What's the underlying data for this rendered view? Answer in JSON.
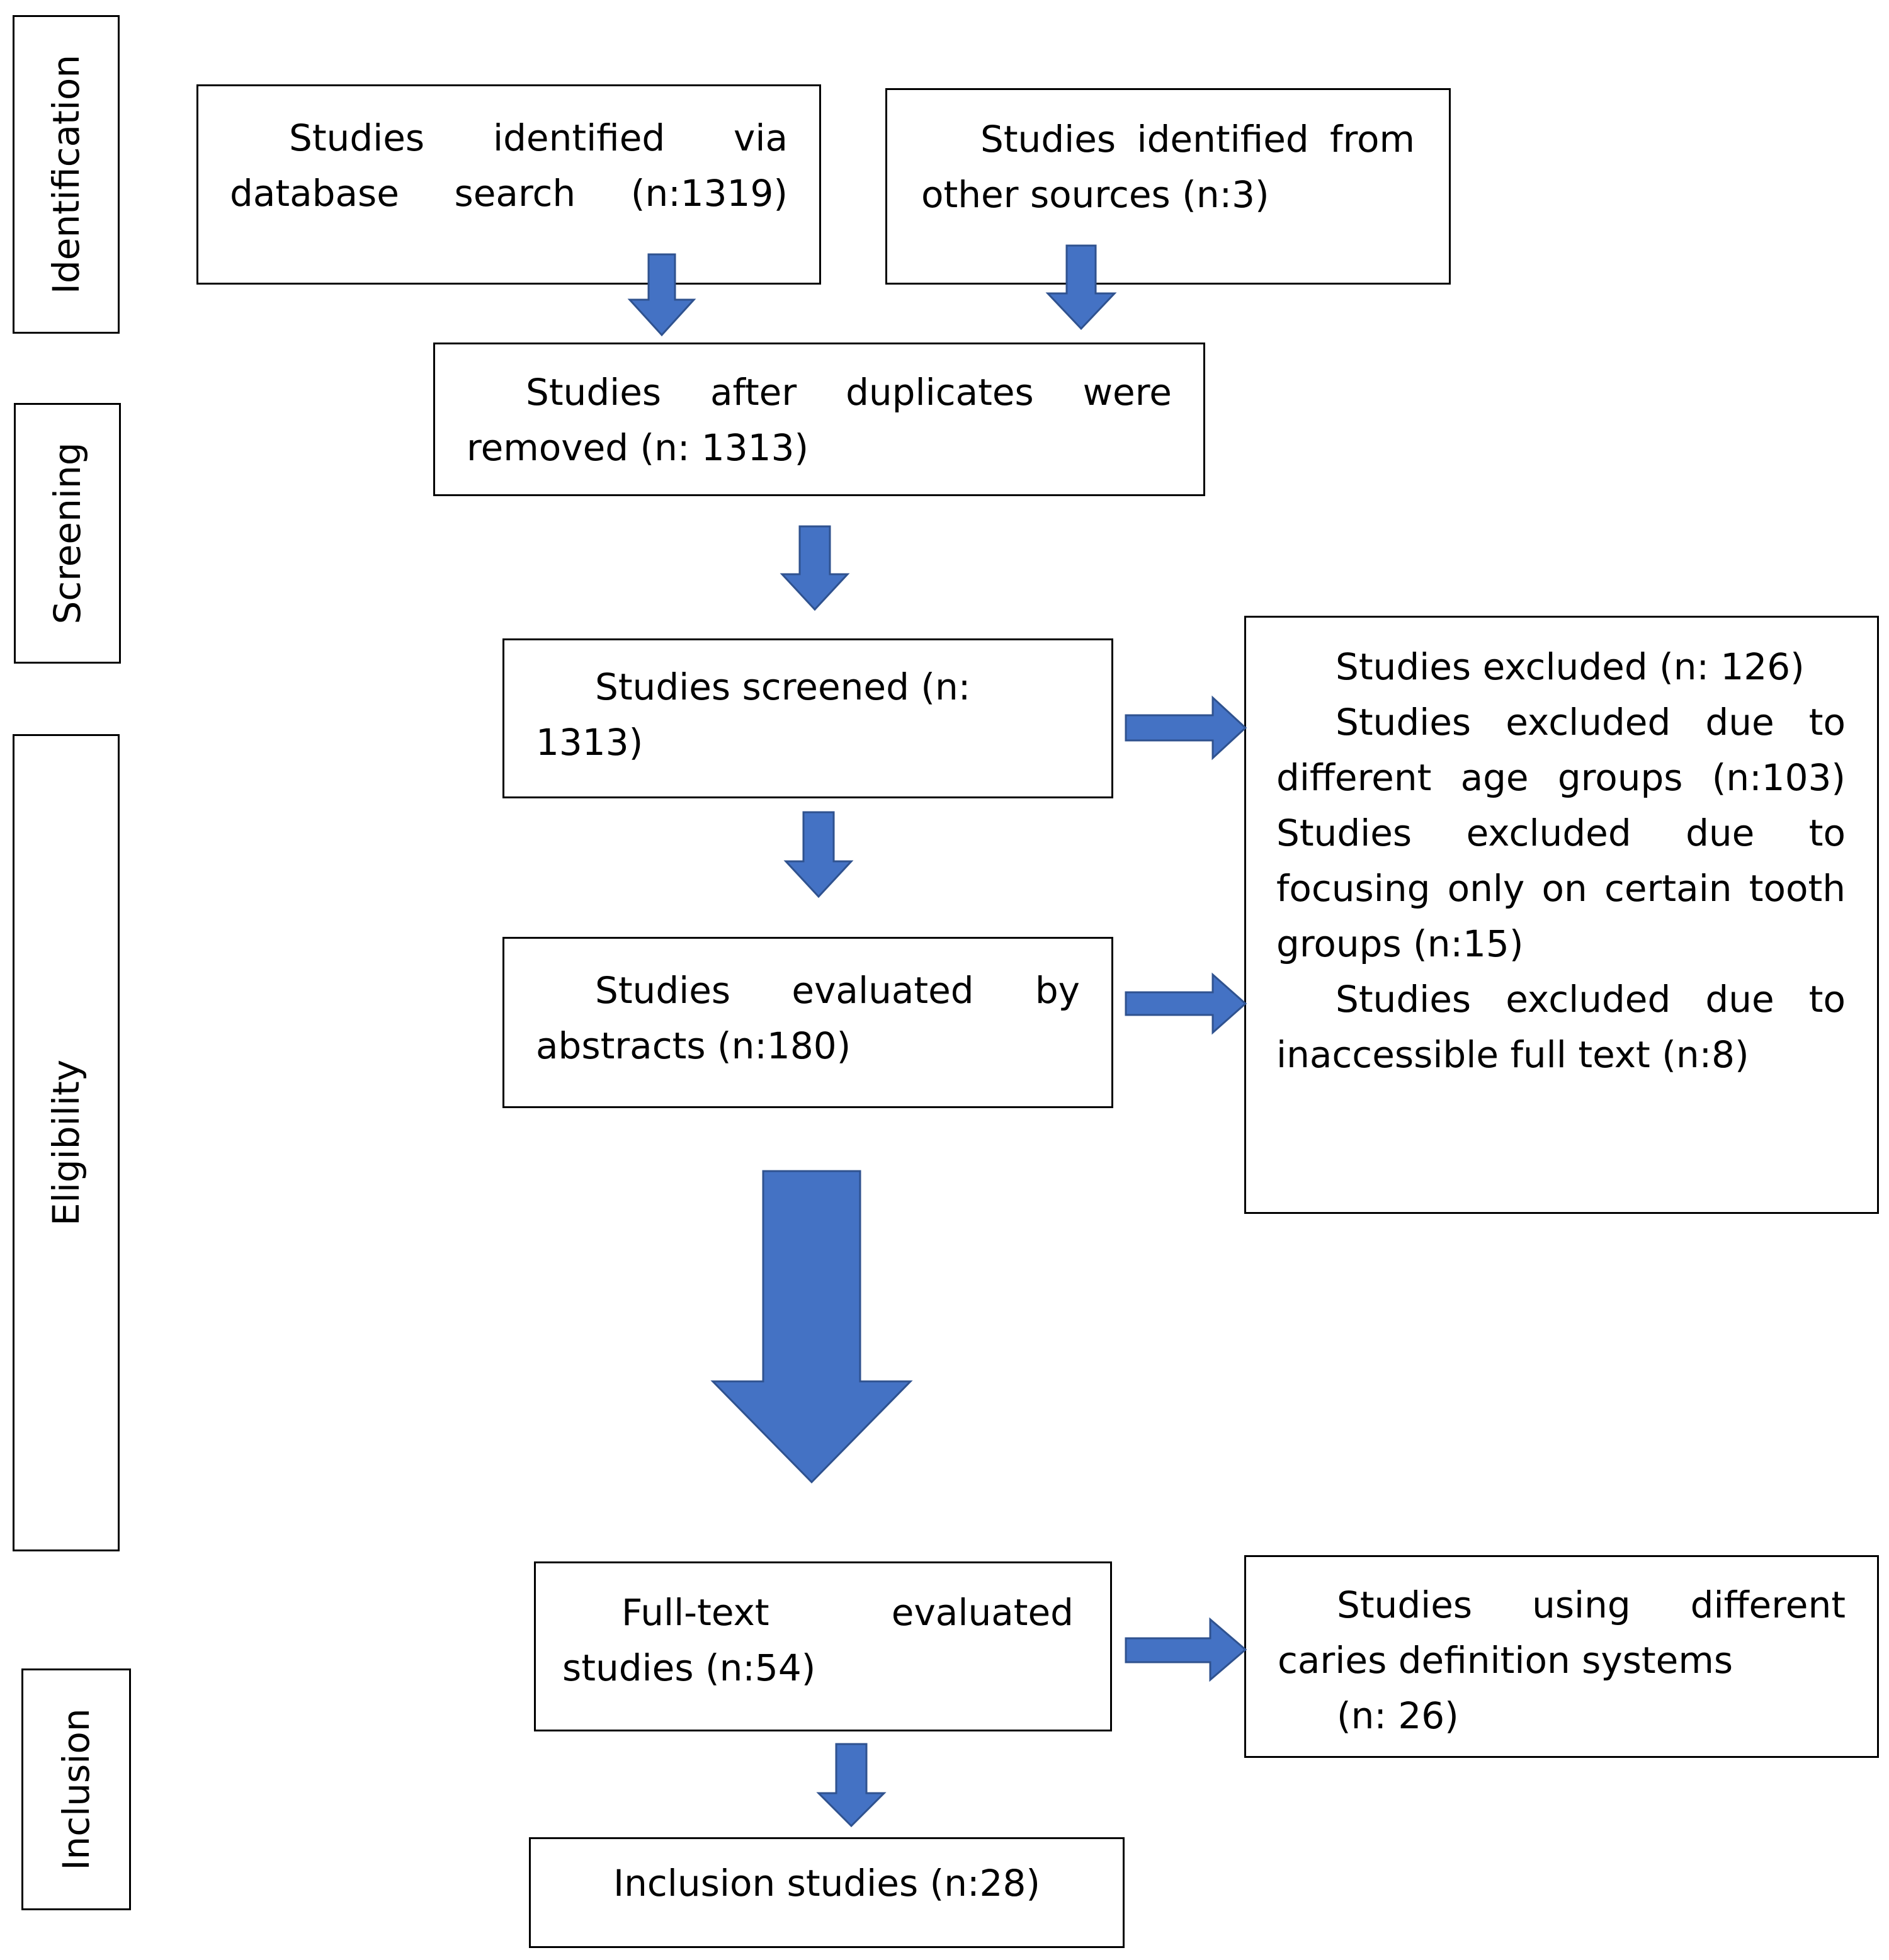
{
  "phases": {
    "identification": "Identification",
    "screening": "Screening",
    "eligibility": "Eligibility",
    "inclusion": "Inclusion"
  },
  "boxes": {
    "database_search": {
      "line1": "Studies identified via",
      "line2": "database search (n:1319)"
    },
    "other_sources": {
      "line1": "Studies identified from",
      "line2": "other sources (n:3)"
    },
    "duplicates_removed": {
      "line1": "Studies after duplicates were",
      "line2": "removed (n: 1313)"
    },
    "screened": {
      "line1": "Studies screened (n: 1313)"
    },
    "excluded": {
      "line1": "Studies excluded (n: 126)",
      "line2": "Studies excluded due to",
      "line3": "different age groups (n:103)",
      "line4": "Studies excluded due to",
      "line5": "focusing only on certain tooth",
      "line6": "groups (n:15)",
      "line7": "Studies excluded due to",
      "line8": "inaccessible full text (n:8)"
    },
    "abstracts": {
      "line1": "Studies evaluated by",
      "line2": "abstracts (n:180)"
    },
    "full_text": {
      "line1": "Full-text evaluated",
      "line2": "studies (n:54)"
    },
    "different_caries": {
      "line1": "Studies using different",
      "line2": "caries definition systems",
      "line3": "(n: 26)"
    },
    "inclusion": {
      "line1": "Inclusion studies (n:28)"
    }
  },
  "colors": {
    "arrow_fill": "#4472C4",
    "arrow_stroke": "#2F528F",
    "border": "#000000"
  }
}
